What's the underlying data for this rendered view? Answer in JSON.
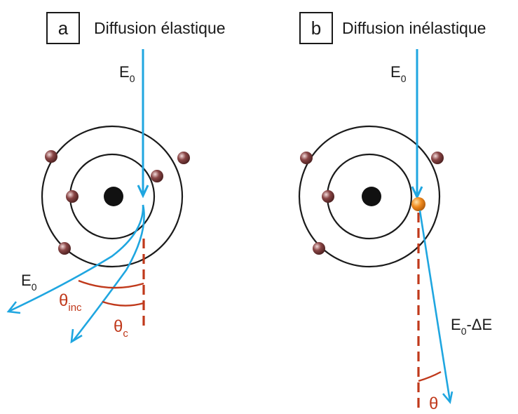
{
  "panel_a": {
    "letter": "a",
    "title": "Diffusion élastique",
    "incident_energy": {
      "base": "E",
      "sub": "0"
    },
    "scattered_energy": {
      "base": "E",
      "sub": "0"
    },
    "theta_inc": {
      "base": "θ",
      "sub": "inc"
    },
    "theta_c": {
      "base": "θ",
      "sub": "c"
    }
  },
  "panel_b": {
    "letter": "b",
    "title": "Diffusion inélastique",
    "incident_energy": {
      "base": "E",
      "sub": "0"
    },
    "scattered_energy": {
      "base": "E",
      "sub": "0",
      "suffix": "-ΔE"
    },
    "theta": "θ"
  },
  "colors": {
    "beam": "#1fa6e0",
    "angle": "#c0391b",
    "nucleus": "#111111",
    "electron": "#7a3a3a",
    "excited_electron": "#e07a1a",
    "orbit": "#1a1a1a"
  }
}
